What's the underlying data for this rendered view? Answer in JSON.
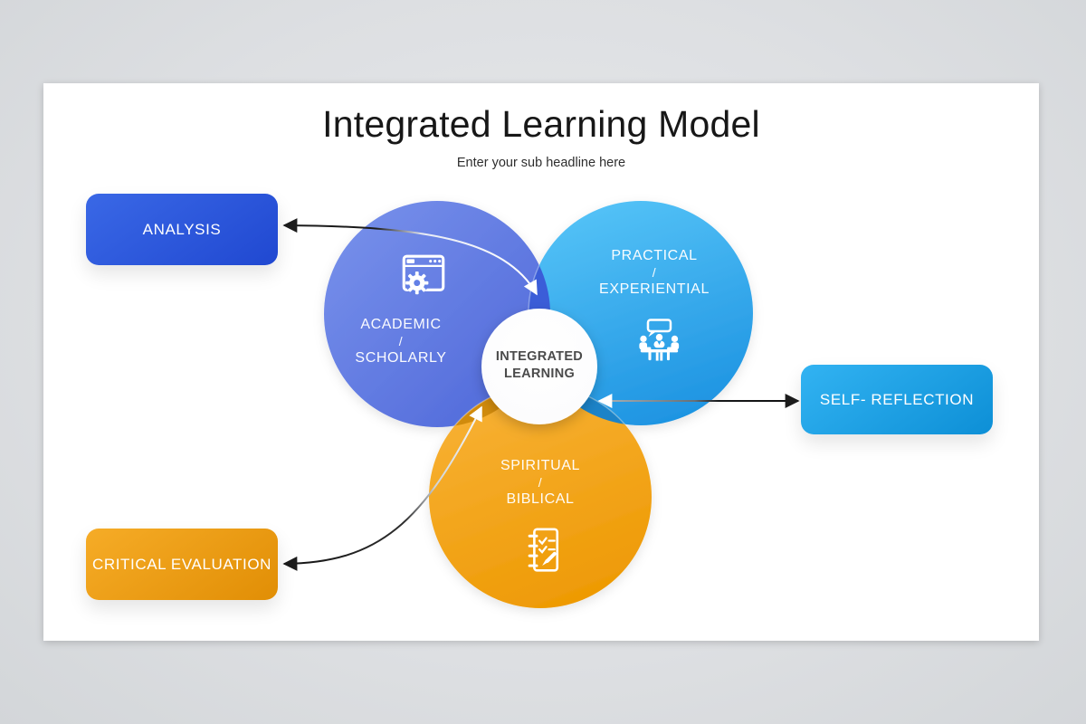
{
  "title": "Integrated Learning Model",
  "subtitle": "Enter your sub headline here",
  "center": {
    "line1": "INTEGRATED",
    "line2": "LEARNING"
  },
  "circles": [
    {
      "name": "academic",
      "line1": "ACADEMIC",
      "separator": "/",
      "line2": "SCHOLARLY",
      "icon": "browser-gear-icon",
      "color": "#5b76e1"
    },
    {
      "name": "practical",
      "line1": "PRACTICAL",
      "separator": "/",
      "line2": "EXPERIENTIAL",
      "icon": "meeting-icon",
      "color": "#32a9ef"
    },
    {
      "name": "spiritual",
      "line1": "SPIRITUAL",
      "separator": "/",
      "line2": "BIBLICAL",
      "icon": "notebook-checklist-icon",
      "color": "#f4a41d"
    }
  ],
  "callouts": [
    {
      "label": "ANALYSIS",
      "color": "#2b56da"
    },
    {
      "label": "SELF- REFLECTION",
      "color": "#189fe5"
    },
    {
      "label": "CRITICAL EVALUATION",
      "color": "#eb9c10"
    }
  ],
  "overlap_colors": {
    "academic_practical": "#3a5dd8",
    "academic_spiritual": "#d18b0a",
    "practical_spiritual": "#1a83c8"
  },
  "background_color": "#dfe2e5",
  "slide_color": "#ffffff",
  "center_circle_color": "#ffffff",
  "center_text_color": "#4b4b4b"
}
